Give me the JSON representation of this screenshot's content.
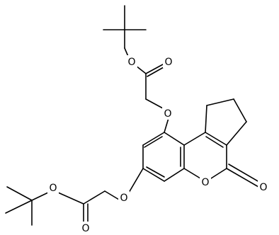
{
  "molecule": {
    "atoms": [
      {
        "id": "o_upper_ester_ether",
        "symbol": "O"
      },
      {
        "id": "o_upper_carbonyl",
        "symbol": "O"
      },
      {
        "id": "o_upper_aryl_ether",
        "symbol": "O"
      },
      {
        "id": "o_lower_aryl_ether",
        "symbol": "O"
      },
      {
        "id": "o_lower_ester_ether",
        "symbol": "O"
      },
      {
        "id": "o_lower_carbonyl",
        "symbol": "O"
      },
      {
        "id": "o_ring",
        "symbol": "O"
      },
      {
        "id": "o_lactone_carbonyl",
        "symbol": "O"
      }
    ]
  },
  "colors": {
    "bond": "#000000",
    "label": "#000000",
    "background": "#ffffff"
  }
}
